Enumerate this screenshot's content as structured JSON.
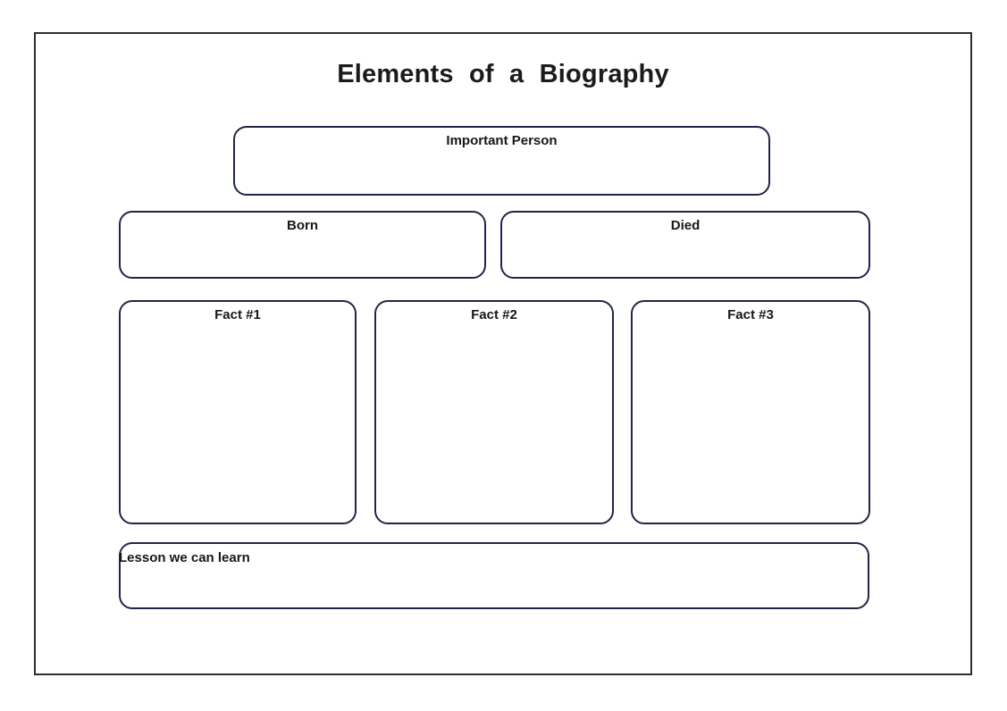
{
  "page": {
    "title": "Elements  of  a  Biography",
    "background_color": "#ffffff",
    "frame_color": "#2e2e33",
    "box_border_color": "#1f2649",
    "label_color": "#171717"
  },
  "boxes": {
    "person": {
      "label": "Important Person",
      "align": "center",
      "value": ""
    },
    "born": {
      "label": "Born",
      "align": "center",
      "value": ""
    },
    "died": {
      "label": "Died",
      "align": "center",
      "value": ""
    },
    "fact1": {
      "label": "Fact #1",
      "align": "center",
      "value": ""
    },
    "fact2": {
      "label": "Fact #2",
      "align": "center",
      "value": ""
    },
    "fact3": {
      "label": "Fact #3",
      "align": "center",
      "value": ""
    },
    "lesson": {
      "label": "Lesson we can learn",
      "align": "left",
      "value": ""
    }
  }
}
